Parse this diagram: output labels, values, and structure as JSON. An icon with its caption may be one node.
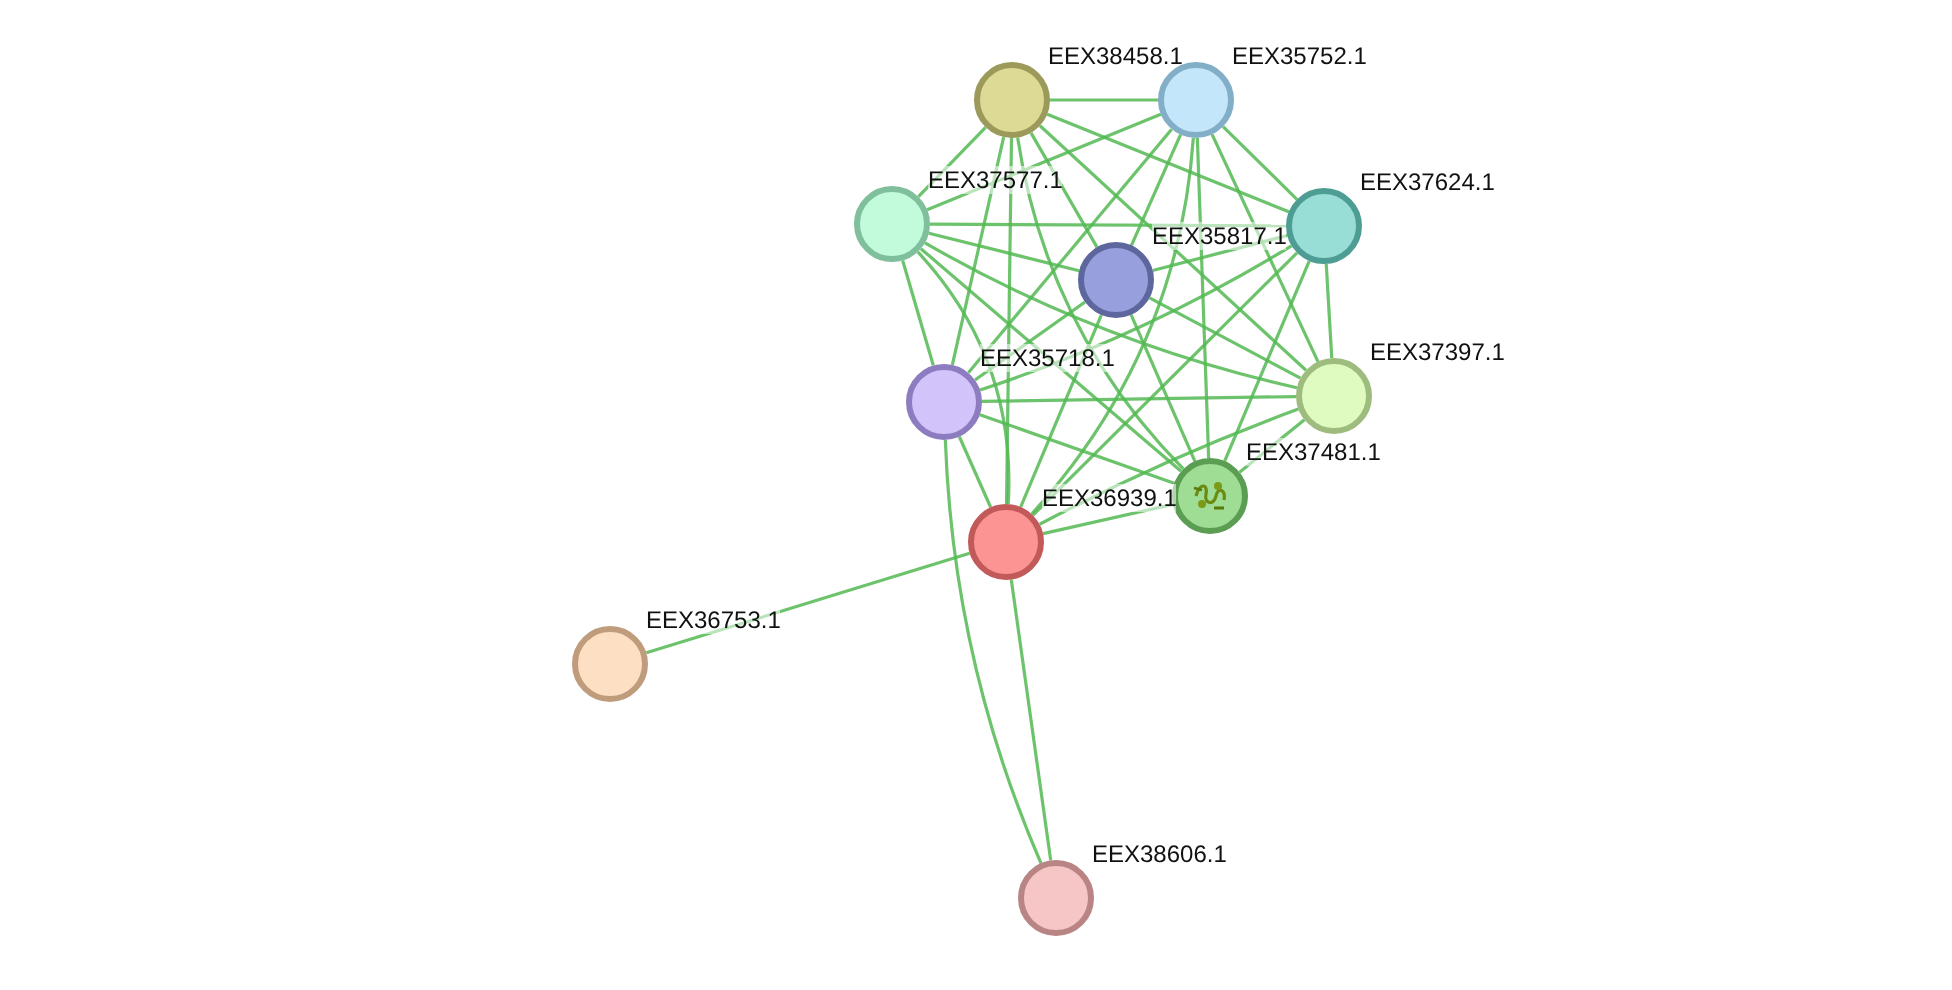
{
  "diagram": {
    "nodes": [
      {
        "text": [],
        "shape": "circle",
        "beside": [
          "EEX38458.1"
        ]
      },
      {
        "text": [],
        "shape": "circle",
        "beside": [
          "EEX35752.1"
        ]
      },
      {
        "text": [],
        "shape": "circle",
        "beside": [
          "EEX37577.1"
        ]
      },
      {
        "text": [],
        "shape": "circle",
        "beside": [
          "EEX37624.1"
        ]
      },
      {
        "text": [],
        "shape": "circle",
        "beside": [
          "EEX35817.1"
        ]
      },
      {
        "text": [],
        "shape": "circle",
        "beside": [
          "EEX37397.1"
        ]
      },
      {
        "text": [],
        "shape": "circle",
        "beside": [
          "EEX35718.1"
        ]
      },
      {
        "text": [],
        "shape": "circle",
        "beside": [
          "EEX37481.1"
        ]
      },
      {
        "text": [],
        "shape": "circle",
        "beside": [
          "EEX36939.1"
        ]
      },
      {
        "text": [],
        "shape": "circle",
        "beside": [
          "EEX36753.1"
        ]
      },
      {
        "text": [],
        "shape": "circle",
        "beside": [
          "EEX38606.1"
        ]
      }
    ],
    "edges": [
      {
        "from": 0,
        "to": 1,
        "arrow": "none"
      },
      {
        "from": 0,
        "to": 2,
        "arrow": "none"
      },
      {
        "from": 0,
        "to": 3,
        "arrow": "none"
      },
      {
        "from": 0,
        "to": 4,
        "arrow": "none"
      },
      {
        "from": 0,
        "to": 5,
        "arrow": "none"
      },
      {
        "from": 0,
        "to": 6,
        "arrow": "none"
      },
      {
        "from": 0,
        "to": 7,
        "arrow": "none"
      },
      {
        "from": 0,
        "to": 8,
        "arrow": "none"
      },
      {
        "from": 1,
        "to": 2,
        "arrow": "none"
      },
      {
        "from": 1,
        "to": 3,
        "arrow": "none"
      },
      {
        "from": 1,
        "to": 4,
        "arrow": "none"
      },
      {
        "from": 1,
        "to": 5,
        "arrow": "none"
      },
      {
        "from": 1,
        "to": 6,
        "arrow": "none"
      },
      {
        "from": 1,
        "to": 7,
        "arrow": "none"
      },
      {
        "from": 1,
        "to": 8,
        "arrow": "none"
      },
      {
        "from": 2,
        "to": 3,
        "arrow": "none"
      },
      {
        "from": 2,
        "to": 4,
        "arrow": "none"
      },
      {
        "from": 2,
        "to": 5,
        "arrow": "none"
      },
      {
        "from": 2,
        "to": 6,
        "arrow": "none"
      },
      {
        "from": 2,
        "to": 7,
        "arrow": "none"
      },
      {
        "from": 2,
        "to": 8,
        "arrow": "none"
      },
      {
        "from": 3,
        "to": 4,
        "arrow": "none"
      },
      {
        "from": 3,
        "to": 5,
        "arrow": "none"
      },
      {
        "from": 3,
        "to": 6,
        "arrow": "none"
      },
      {
        "from": 3,
        "to": 7,
        "arrow": "none"
      },
      {
        "from": 3,
        "to": 8,
        "arrow": "none"
      },
      {
        "from": 4,
        "to": 5,
        "arrow": "none"
      },
      {
        "from": 4,
        "to": 6,
        "arrow": "none"
      },
      {
        "from": 4,
        "to": 7,
        "arrow": "none"
      },
      {
        "from": 4,
        "to": 8,
        "arrow": "none"
      },
      {
        "from": 5,
        "to": 6,
        "arrow": "none"
      },
      {
        "from": 5,
        "to": 7,
        "arrow": "none"
      },
      {
        "from": 5,
        "to": 8,
        "arrow": "none"
      },
      {
        "from": 6,
        "to": 7,
        "arrow": "none"
      },
      {
        "from": 6,
        "to": 8,
        "arrow": "none"
      },
      {
        "from": 6,
        "to": 10,
        "arrow": "none"
      },
      {
        "from": 7,
        "to": 8,
        "arrow": "none"
      },
      {
        "from": 8,
        "to": 9,
        "arrow": "none"
      },
      {
        "from": 8,
        "to": 10,
        "arrow": "none"
      }
    ]
  }
}
